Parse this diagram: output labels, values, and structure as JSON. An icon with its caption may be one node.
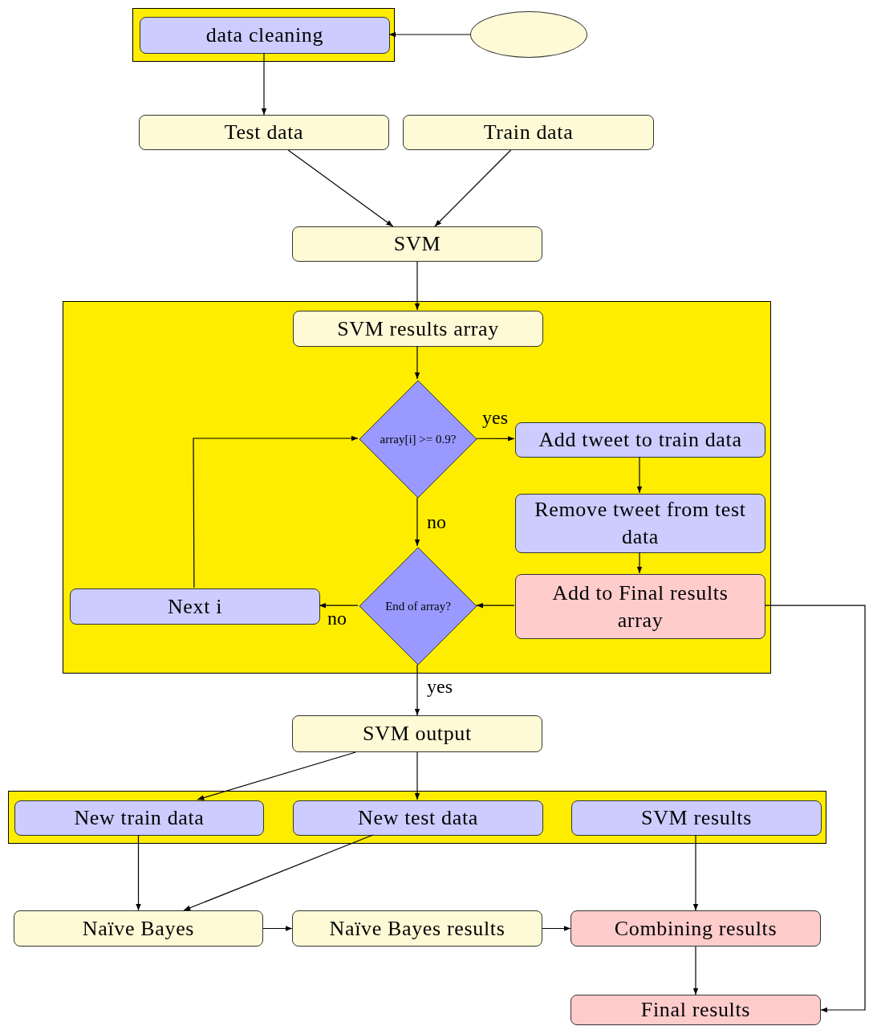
{
  "diagram": {
    "nodes": [
      {
        "text": [],
        "shape": "box"
      },
      {
        "text": [
          "data cleaning"
        ],
        "in": 0
      },
      {
        "text": [],
        "shape": "ellipse"
      },
      {
        "text": [
          "Test data"
        ]
      },
      {
        "text": [
          "Train data"
        ]
      },
      {
        "text": [
          "SVM"
        ]
      },
      {
        "text": [],
        "shape": "box"
      },
      {
        "text": [
          "SVM results array"
        ],
        "in": 6
      },
      {
        "text": [
          "array[i] >= 0.9?"
        ],
        "in": 6
      },
      {
        "text": [
          "Add tweet to train data"
        ],
        "in": 6
      },
      {
        "text": [
          "Remove tweet from test data"
        ],
        "in": 6
      },
      {
        "text": [
          "Add to Final results array"
        ],
        "in": 6
      },
      {
        "text": [
          "End of array?"
        ],
        "in": 6
      },
      {
        "text": [
          "Next i"
        ],
        "in": 6
      },
      {
        "text": [
          "SVM output"
        ]
      },
      {
        "text": [],
        "shape": "box"
      },
      {
        "text": [
          "New train data"
        ],
        "in": 15
      },
      {
        "text": [
          "New test data"
        ],
        "in": 15
      },
      {
        "text": [
          "SVM results"
        ],
        "in": 15
      },
      {
        "text": [
          "Naïve Bayes"
        ]
      },
      {
        "text": [
          "Naïve Bayes results"
        ]
      },
      {
        "text": [
          "Combining results"
        ]
      },
      {
        "text": [
          "Final results"
        ]
      }
    ],
    "edges": [
      {
        "from": 2,
        "to": 1,
        "arrow": "to"
      },
      {
        "from": 1,
        "to": 3,
        "arrow": "to"
      },
      {
        "from": 3,
        "to": 5,
        "arrow": "to"
      },
      {
        "from": 4,
        "to": 5,
        "arrow": "to"
      },
      {
        "from": 5,
        "to": 7,
        "arrow": "to"
      },
      {
        "from": 7,
        "to": 8,
        "arrow": "to"
      },
      {
        "from": 8,
        "to": 9,
        "arrow": "to",
        "label": "yes"
      },
      {
        "from": 8,
        "to": 12,
        "arrow": "to",
        "label": "no"
      },
      {
        "from": 9,
        "to": 10,
        "arrow": "to"
      },
      {
        "from": 10,
        "to": 11,
        "arrow": "to"
      },
      {
        "from": 11,
        "to": 12,
        "arrow": "to"
      },
      {
        "from": 12,
        "to": 13,
        "arrow": "to",
        "label": "no"
      },
      {
        "from": 13,
        "to": 8,
        "arrow": "to"
      },
      {
        "from": 12,
        "to": 14,
        "arrow": "to",
        "label": "yes"
      },
      {
        "from": 14,
        "to": 16,
        "arrow": "to"
      },
      {
        "from": 14,
        "to": 17,
        "arrow": "to"
      },
      {
        "from": 16,
        "to": 19,
        "arrow": "to"
      },
      {
        "from": 17,
        "to": 19,
        "arrow": "to"
      },
      {
        "from": 18,
        "to": 21,
        "arrow": "to"
      },
      {
        "from": 19,
        "to": 20,
        "arrow": "to"
      },
      {
        "from": 20,
        "to": 21,
        "arrow": "to"
      },
      {
        "from": 21,
        "to": 22,
        "arrow": "to"
      },
      {
        "from": 11,
        "to": 22,
        "arrow": "to"
      }
    ]
  }
}
